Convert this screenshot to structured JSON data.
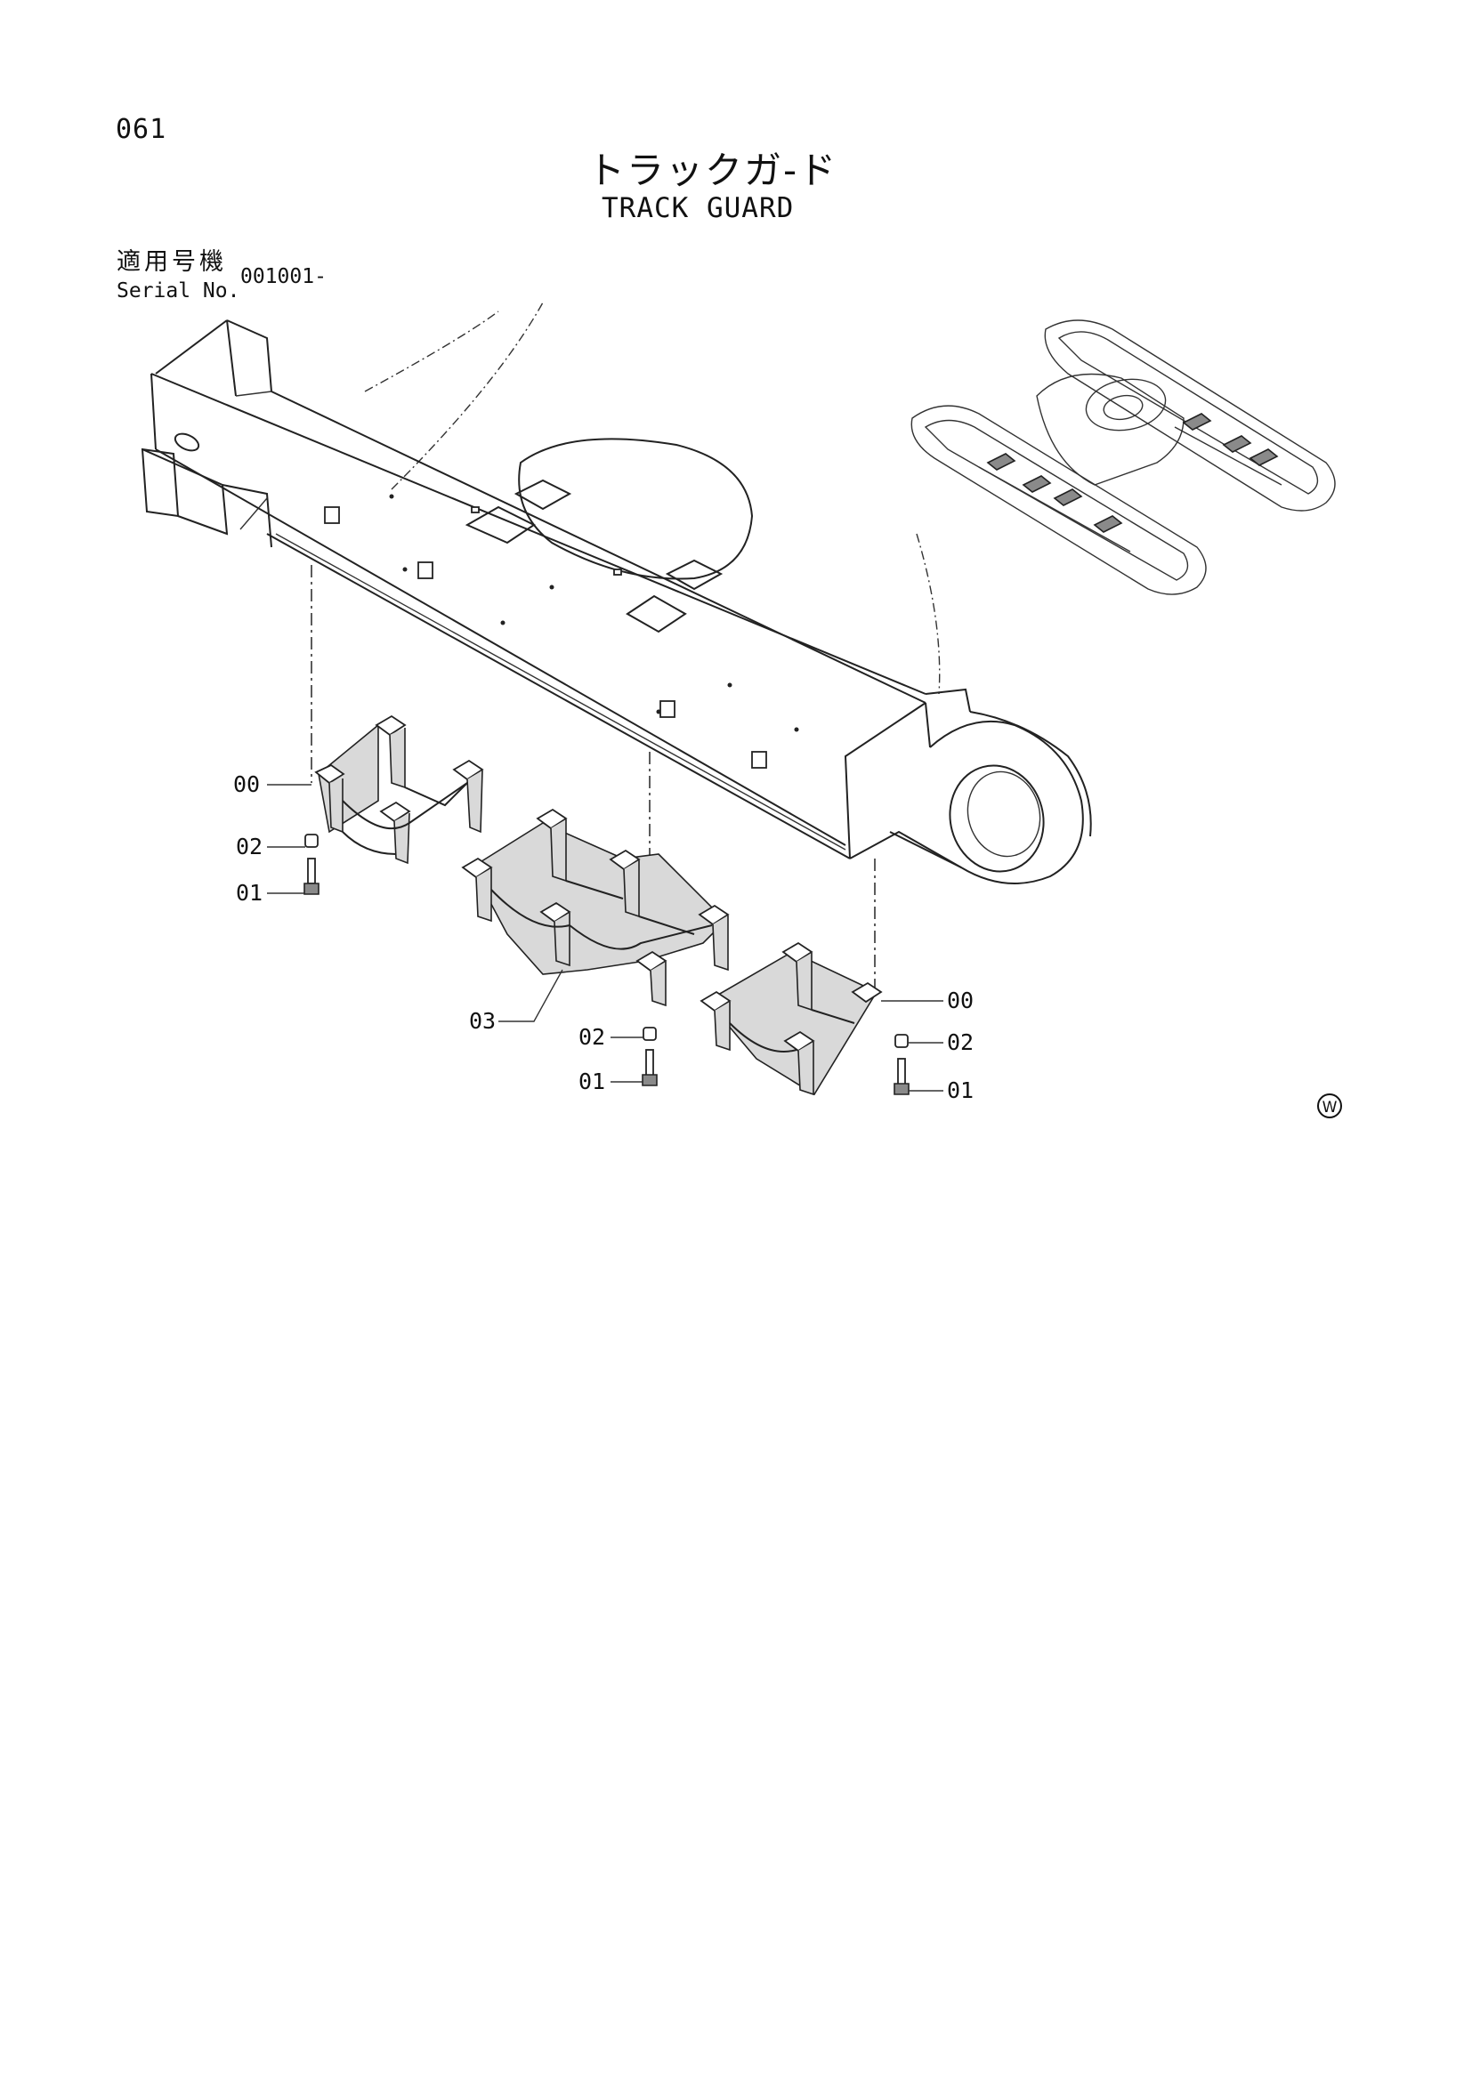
{
  "header": {
    "page_number": "061",
    "title_jp": "トラックガ-ド",
    "title_en": "TRACK GUARD",
    "serial_label_jp": "適用号機",
    "serial_label_en": "Serial No.",
    "serial_value": "001001-"
  },
  "callouts": [
    {
      "id": "left-guard",
      "text": "00"
    },
    {
      "id": "left-washer",
      "text": "02"
    },
    {
      "id": "left-bolt",
      "text": "01"
    },
    {
      "id": "center-guard",
      "text": "03"
    },
    {
      "id": "center-washer",
      "text": "02"
    },
    {
      "id": "center-bolt",
      "text": "01"
    },
    {
      "id": "right-guard",
      "text": "00"
    },
    {
      "id": "right-washer",
      "text": "02"
    },
    {
      "id": "right-bolt",
      "text": "01"
    }
  ],
  "mark": {
    "text": "W"
  }
}
